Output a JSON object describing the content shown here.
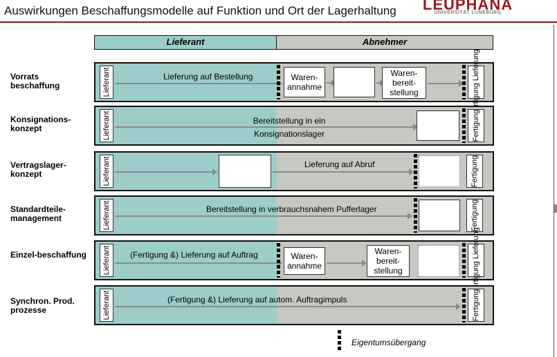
{
  "title": "Auswirkungen Beschaffungsmodelle auf Funktion und Ort der Lagerhaltung",
  "logo": {
    "name": "LEUPHANA",
    "sub": "UNIVERSITÄT LÜNEBURG"
  },
  "columns": {
    "left": "Lieferant",
    "right": "Abnehmer"
  },
  "rows": [
    {
      "label": "Vorrats beschaffung",
      "supplier": "Lieferant",
      "flow": "Lieferung auf Bestellung",
      "box1": "Waren-annahme",
      "box2": "Waren-bereit-stellung",
      "end": "Fertigung Lieferung"
    },
    {
      "label": "Konsignations-konzept",
      "supplier": "Lieferant",
      "flow": "Bereitstellung in ein Konsignationslager",
      "end": "Fertigung"
    },
    {
      "label": "Vertragslager-konzept",
      "supplier": "Lieferant",
      "flow": "Lieferung auf Abruf",
      "end": "Fertigung"
    },
    {
      "label": "Standardteile-management",
      "supplier": "Lieferant",
      "flow": "Bereitstellung in verbrauchsnahem Pufferlager",
      "end": "Fertigung"
    },
    {
      "label": "Einzel-beschaffung",
      "supplier": "Lieferant",
      "flow": "(Fertigung &) Lieferung auf Auftrag",
      "box1": "Waren-annahme",
      "box2": "Waren-bereit-stellung",
      "end": "Fertigung Lieferung"
    },
    {
      "label": "Synchron. Prod. prozesse",
      "supplier": "Lieferant",
      "flow": "(Fertigung &) Lieferung auf autom. Auftragimpuls",
      "end": "Fertigung"
    }
  ],
  "legend": "Eigentumsübergang",
  "colors": {
    "supplier_fill": "#9ccdcb",
    "buyer_fill": "#c8c8c2",
    "accent": "#9a1b22"
  }
}
